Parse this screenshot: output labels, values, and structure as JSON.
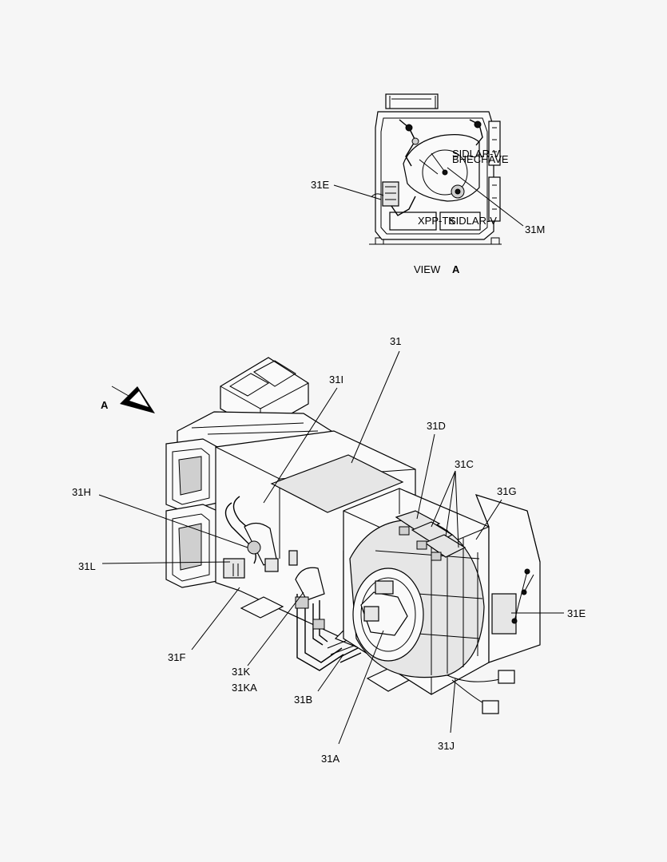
{
  "view_caption": {
    "word": "VIEW",
    "letter": "A"
  },
  "arrow_letter": "A",
  "labels": {
    "l31": "31",
    "l31I": "31I",
    "l31D": "31D",
    "l31C": "31C",
    "l31G": "31G",
    "l31H": "31H",
    "l31L": "31L",
    "l31E": "31E",
    "l31F": "31F",
    "l31K": "31K",
    "l31KA": "31KA",
    "l31B": "31B",
    "l31A": "31A",
    "l31J": "31J",
    "l31E_top": "31E",
    "l31M": "31M"
  },
  "plate_text": {
    "left": "XPP-TK",
    "right": "SIDLAR-V",
    "disc": "SIDLAR-V\nBHECHAVE"
  }
}
